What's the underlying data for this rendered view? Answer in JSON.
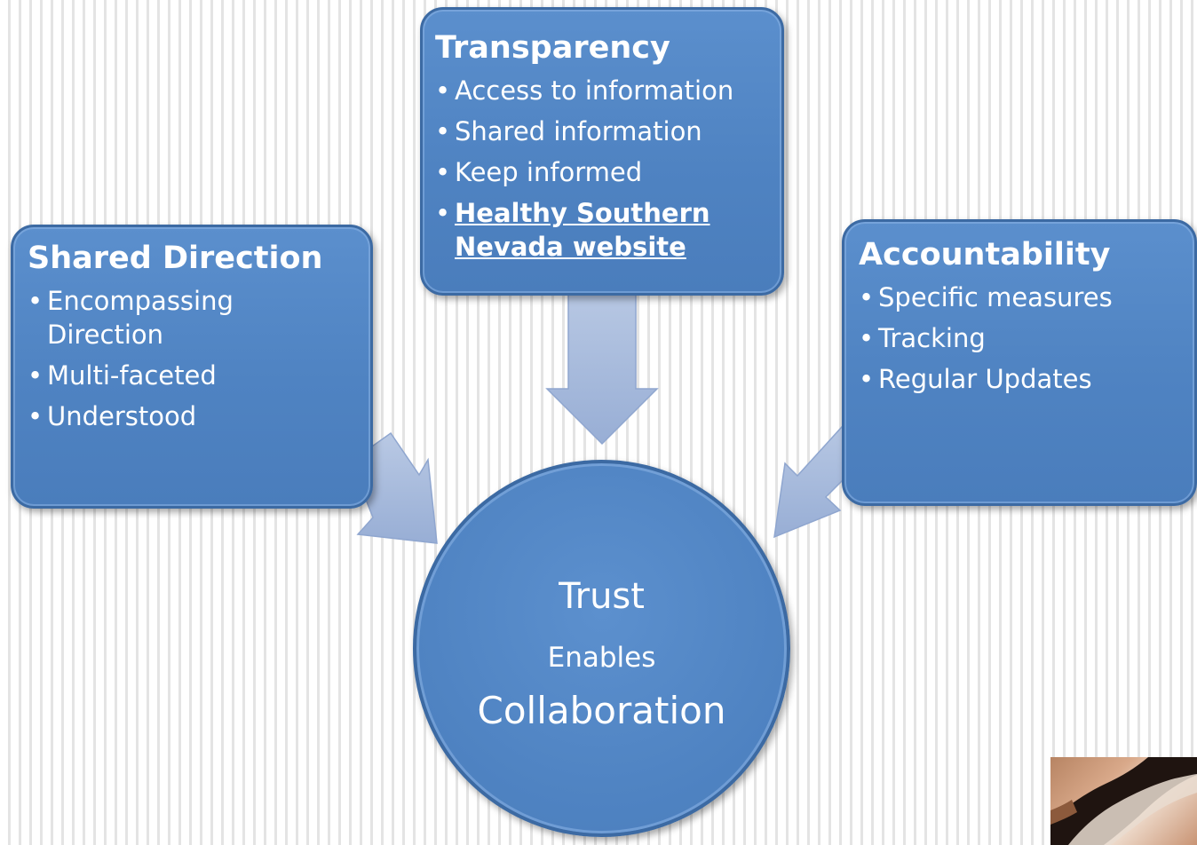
{
  "diagram": {
    "boxes": {
      "shared_direction": {
        "title": "Shared Direction",
        "items": [
          "Encompassing Direction",
          "Multi-faceted",
          "Understood"
        ]
      },
      "transparency": {
        "title": "Transparency",
        "items": [
          "Access to information",
          "Shared information",
          "Keep informed"
        ],
        "link_line1": "Healthy Southern",
        "link_line2": "Nevada website"
      },
      "accountability": {
        "title": "Accountability",
        "items": [
          "Specific measures",
          "Tracking",
          "Regular Updates"
        ]
      }
    },
    "center": {
      "line1": "Trust",
      "line2": "Enables",
      "line3": "Collaboration"
    }
  },
  "colors": {
    "box_fill": "#4f83c2",
    "box_border": "#3c6aa3",
    "arrow_fill": "#a9bcdc",
    "text": "#ffffff",
    "stripe": "#e4e4e4"
  }
}
